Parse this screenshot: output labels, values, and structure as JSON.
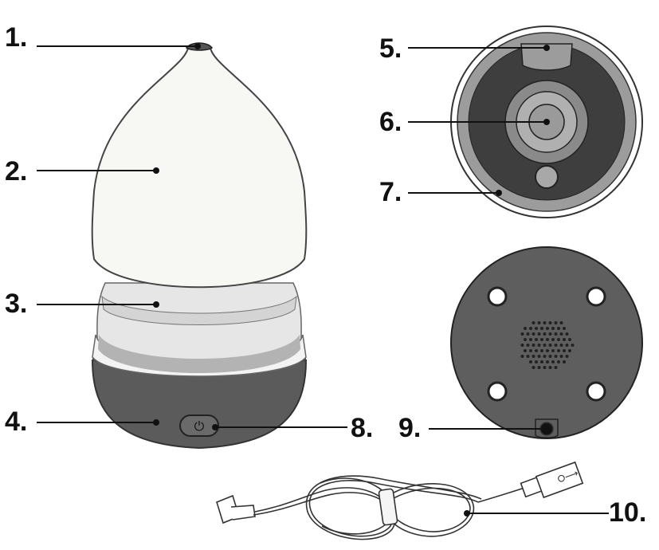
{
  "callouts": [
    {
      "id": "1",
      "text": "1."
    },
    {
      "id": "2",
      "text": "2."
    },
    {
      "id": "3",
      "text": "3."
    },
    {
      "id": "4",
      "text": "4."
    },
    {
      "id": "5",
      "text": "5."
    },
    {
      "id": "6",
      "text": "6."
    },
    {
      "id": "7",
      "text": "7."
    },
    {
      "id": "8",
      "text": "8."
    },
    {
      "id": "9",
      "text": "9."
    },
    {
      "id": "10",
      "text": "10."
    }
  ],
  "colors": {
    "cover": "#f7f7f4",
    "cover_stroke": "#444444",
    "tank_light": "#e6e6e6",
    "tank_mid": "#cfcfcf",
    "tank_dark": "#b3b3b3",
    "base": "#5b5b5b",
    "base_dark": "#474747",
    "inner_dark": "#3e3e3e",
    "ring_gray": "#9c9c9c",
    "line": "#111111"
  }
}
